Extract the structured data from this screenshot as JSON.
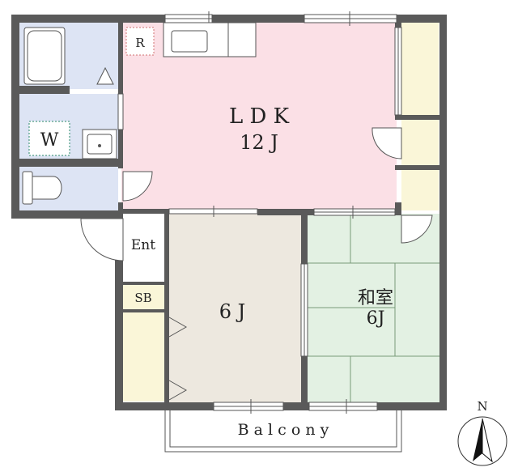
{
  "rooms": {
    "ldk": {
      "name": "L D K",
      "size": "12 J",
      "color": "#fbe0e6"
    },
    "west": {
      "size": "6 J",
      "color": "#ede8df"
    },
    "east": {
      "name": "和室",
      "size": "6J",
      "color": "#e3f1e3"
    }
  },
  "labels": {
    "refrigerator": "R",
    "washer": "W",
    "entrance": "Ent",
    "shoe_box": "SB",
    "balcony": "B a l c o n y",
    "north": "N"
  },
  "colors": {
    "wall": "#5a5a5a",
    "wet_area": "#dde4f4",
    "storage": "#faf6d8"
  }
}
